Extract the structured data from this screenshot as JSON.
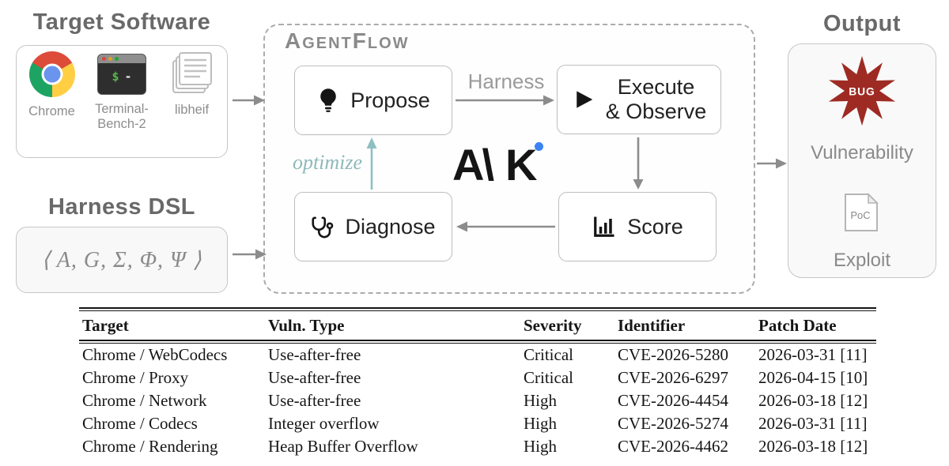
{
  "diagram": {
    "target_software": {
      "title": "Target Software",
      "chrome_label": "Chrome",
      "terminal_label_line1": "Terminal-",
      "terminal_label_line2": "Bench-2",
      "terminal_dollar": "$",
      "terminal_dash": "-",
      "libheif_label": "libheif"
    },
    "harness_dsl": {
      "title": "Harness DSL",
      "formula": "⟨ A, G, Σ, Φ, Ψ ⟩"
    },
    "agentflow": {
      "title": "AgentFlow",
      "propose_label": "Propose",
      "execute_line1": "Execute",
      "execute_line2": "& Observe",
      "score_label": "Score",
      "diagnose_label": "Diagnose",
      "harness_edge_label": "Harness",
      "optimize_edge_label": "optimize",
      "anthropic_logo_text": "A\\",
      "kimi_logo_text": "K"
    },
    "output": {
      "title": "Output",
      "bug_label": "BUG",
      "vulnerability_label": "Vulnerability",
      "poc_label": "PoC",
      "exploit_label": "Exploit"
    },
    "colors": {
      "bug_red": "#9e2b23",
      "optimize_teal": "#8fbfc1",
      "arrow_gray": "#8c8c8c",
      "kimi_dot_blue": "#3b82f6"
    }
  },
  "table": {
    "columns": [
      "Target",
      "Vuln. Type",
      "Severity",
      "Identifier",
      "Patch Date"
    ],
    "rows": [
      [
        "Chrome / WebCodecs",
        "Use-after-free",
        "Critical",
        "CVE-2026-5280",
        "2026-03-31 [11]"
      ],
      [
        "Chrome / Proxy",
        "Use-after-free",
        "Critical",
        "CVE-2026-6297",
        "2026-04-15 [10]"
      ],
      [
        "Chrome / Network",
        "Use-after-free",
        "High",
        "CVE-2026-4454",
        "2026-03-18 [12]"
      ],
      [
        "Chrome / Codecs",
        "Integer overflow",
        "High",
        "CVE-2026-5274",
        "2026-03-31 [11]"
      ],
      [
        "Chrome / Rendering",
        "Heap Buffer Overflow",
        "High",
        "CVE-2026-4462",
        "2026-03-18 [12]"
      ]
    ]
  }
}
